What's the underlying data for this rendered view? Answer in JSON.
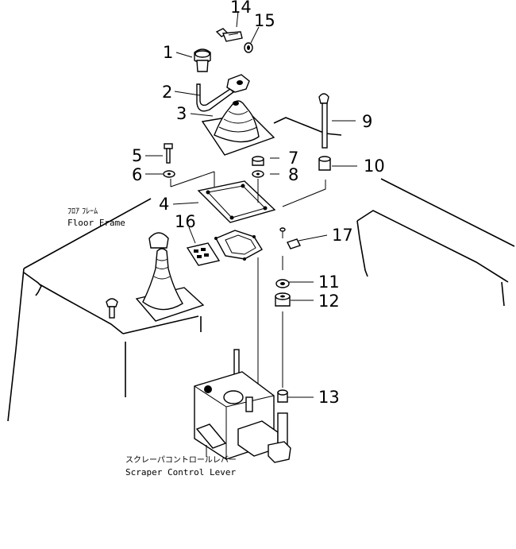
{
  "callouts": [
    "1",
    "2",
    "3",
    "4",
    "5",
    "6",
    "7",
    "8",
    "9",
    "10",
    "11",
    "12",
    "13",
    "14",
    "15",
    "16",
    "17"
  ],
  "labels": {
    "floor_frame_jp": "ﾌﾛｱ ﾌﾚｰﾑ",
    "floor_frame_en": "Floor Frame",
    "scraper_jp": "スクレーパコントロールレバー",
    "scraper_en": "Scraper Control Lever"
  }
}
